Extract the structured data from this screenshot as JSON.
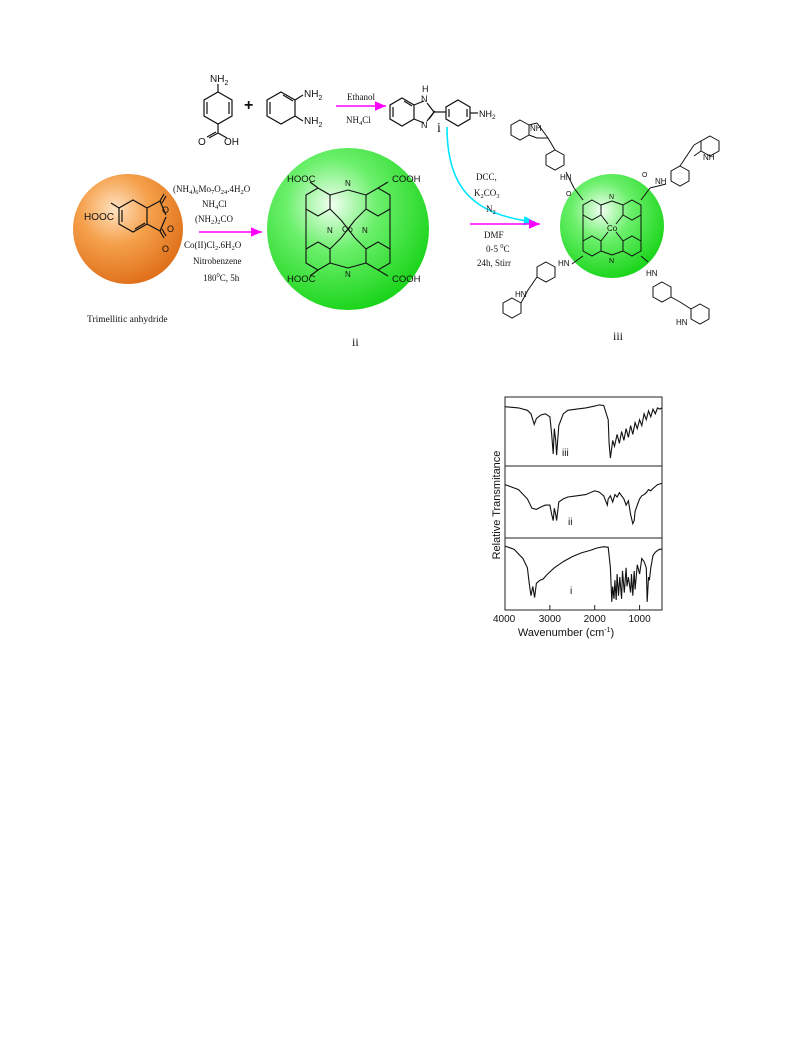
{
  "scheme": {
    "plus": "+",
    "step1": {
      "above": "Ethanol",
      "below": "NH",
      "below_sub": "4",
      "below_tail": "Cl"
    },
    "compound_i_label": "i",
    "step2": {
      "line1_a": "(NH",
      "line1_s1": "4",
      "line1_b": ")",
      "line1_s2": "6",
      "line1_c": "Mo",
      "line1_s3": "7",
      "line1_d": "O",
      "line1_s4": "24",
      "line1_e": ".4H",
      "line1_s5": "2",
      "line1_f": "O",
      "line2_a": "NH",
      "line2_s": "4",
      "line2_b": "Cl",
      "line3_a": "(NH",
      "line3_s": "2",
      "line3_b": ")",
      "line3_s2": "2",
      "line3_c": "CO",
      "line4_a": "Co(II)Cl",
      "line4_s": "2",
      "line4_b": ".6H",
      "line4_s2": "2",
      "line4_c": "O",
      "line5": "Nitrobenzene",
      "line6_a": "180",
      "line6_s": "0",
      "line6_b": "C, 5h"
    },
    "step3": {
      "line1": "DCC,",
      "line2_a": "K",
      "line2_s": "2",
      "line2_b": "CO",
      "line2_s2": "3",
      "line3_a": "N",
      "line3_s": "2",
      "line4": "DMF",
      "line5_a": "0-5 ",
      "line5_s": "0",
      "line5_b": "C",
      "line6": "24h, Stirr"
    },
    "anhydride_name": "Trimellitic anhydride",
    "compound_ii_label": "ii",
    "compound_iii_label": "iii",
    "atoms": {
      "nh2": "NH",
      "nh2_sub": "2",
      "cooh_o": "O",
      "cooh_oh": "OH",
      "h": "H",
      "n": "N",
      "o": "O",
      "hooc": "HOOC",
      "cooh": "COOH",
      "co": "Co",
      "nh": "NH",
      "hn": "HN"
    },
    "colors": {
      "orange_sphere": "#f28a2a",
      "green_sphere": "#2ee02e",
      "magenta_arrow": "#ff00ff",
      "cyan_arrow": "#00e5ff"
    }
  },
  "chart_data": {
    "type": "line",
    "xlabel": "Wavenumber (cm",
    "xlabel_sup": "-1",
    "xlabel_tail": ")",
    "ylabel": "Relative Transmitance",
    "xlim": [
      4000,
      500
    ],
    "xticks": [
      4000,
      3000,
      2000,
      1000
    ],
    "tick_labels": [
      "4000",
      "3000",
      "2000",
      "1000"
    ],
    "series": [
      {
        "name": "iii",
        "x": [
          4000,
          3700,
          3500,
          3420,
          3350,
          3300,
          3200,
          3100,
          3000,
          2960,
          2925,
          2900,
          2870,
          2850,
          2800,
          2700,
          2600,
          2400,
          2200,
          2000,
          1900,
          1800,
          1700,
          1680,
          1650,
          1600,
          1560,
          1500,
          1450,
          1400,
          1350,
          1300,
          1250,
          1200,
          1150,
          1100,
          1050,
          1000,
          950,
          900,
          850,
          800,
          750,
          700,
          650,
          600,
          550,
          500
        ],
        "y": [
          0.92,
          0.9,
          0.86,
          0.8,
          0.62,
          0.72,
          0.78,
          0.8,
          0.75,
          0.45,
          0.12,
          0.55,
          0.35,
          0.1,
          0.6,
          0.8,
          0.86,
          0.88,
          0.9,
          0.93,
          0.95,
          0.94,
          0.7,
          0.3,
          0.05,
          0.35,
          0.25,
          0.45,
          0.3,
          0.5,
          0.35,
          0.55,
          0.4,
          0.6,
          0.45,
          0.65,
          0.55,
          0.7,
          0.6,
          0.8,
          0.7,
          0.85,
          0.75,
          0.88,
          0.8,
          0.9,
          0.88,
          0.9
        ]
      },
      {
        "name": "ii",
        "x": [
          4000,
          3700,
          3500,
          3400,
          3300,
          3200,
          3100,
          3000,
          2960,
          2925,
          2900,
          2870,
          2850,
          2800,
          2700,
          2600,
          2400,
          2200,
          2000,
          1900,
          1800,
          1720,
          1700,
          1650,
          1600,
          1550,
          1500,
          1450,
          1400,
          1350,
          1300,
          1250,
          1200,
          1150,
          1120,
          1100,
          1050,
          1000,
          950,
          900,
          850,
          800,
          750,
          700,
          650,
          600,
          500
        ],
        "y": [
          0.78,
          0.7,
          0.55,
          0.4,
          0.38,
          0.42,
          0.45,
          0.45,
          0.3,
          0.2,
          0.4,
          0.3,
          0.2,
          0.5,
          0.55,
          0.58,
          0.6,
          0.62,
          0.68,
          0.66,
          0.6,
          0.45,
          0.55,
          0.6,
          0.5,
          0.62,
          0.58,
          0.65,
          0.6,
          0.55,
          0.45,
          0.52,
          0.3,
          0.15,
          0.2,
          0.35,
          0.45,
          0.55,
          0.6,
          0.62,
          0.65,
          0.7,
          0.68,
          0.72,
          0.75,
          0.78,
          0.8
        ]
      },
      {
        "name": "i",
        "x": [
          4000,
          3800,
          3600,
          3500,
          3460,
          3420,
          3380,
          3340,
          3300,
          3220,
          3150,
          3050,
          2900,
          2700,
          2500,
          2300,
          2100,
          1950,
          1800,
          1700,
          1650,
          1620,
          1600,
          1570,
          1550,
          1520,
          1500,
          1470,
          1440,
          1400,
          1380,
          1340,
          1300,
          1280,
          1250,
          1200,
          1180,
          1150,
          1120,
          1100,
          1050,
          1000,
          950,
          900,
          850,
          830,
          800,
          780,
          750,
          700,
          650,
          600,
          550,
          500
        ],
        "y": [
          0.95,
          0.9,
          0.75,
          0.6,
          0.35,
          0.15,
          0.3,
          0.12,
          0.35,
          0.4,
          0.42,
          0.5,
          0.6,
          0.7,
          0.78,
          0.84,
          0.88,
          0.92,
          0.94,
          0.93,
          0.6,
          0.05,
          0.3,
          0.1,
          0.4,
          0.08,
          0.5,
          0.15,
          0.45,
          0.1,
          0.55,
          0.2,
          0.6,
          0.3,
          0.45,
          0.2,
          0.5,
          0.15,
          0.55,
          0.25,
          0.65,
          0.5,
          0.75,
          0.7,
          0.6,
          0.05,
          0.45,
          0.4,
          0.6,
          0.8,
          0.85,
          0.88,
          0.9,
          0.9
        ]
      }
    ]
  }
}
